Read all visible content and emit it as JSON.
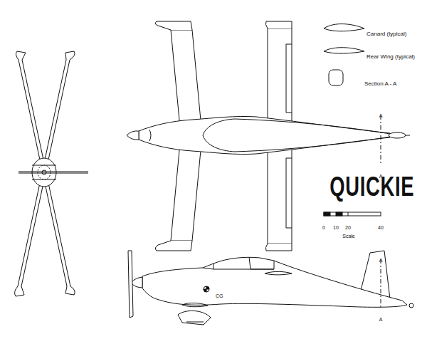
{
  "diagram": {
    "title": "QUICKIE",
    "labels": [
      "Canard (typical)",
      "Rear Wing (typical)",
      "Section A - A",
      "0",
      "10",
      "20",
      "40",
      "Scale",
      "A",
      "A",
      "A",
      "A",
      "CG"
    ]
  }
}
